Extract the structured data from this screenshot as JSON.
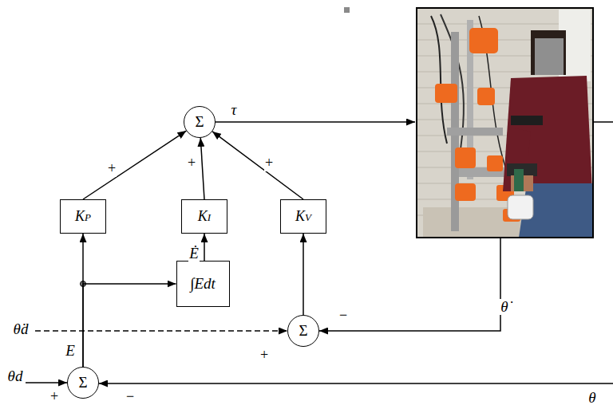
{
  "diagram": {
    "nodes": [
      {
        "text": [
          "Σ"
        ]
      },
      {
        "text": [
          "KP"
        ]
      },
      {
        "text": [
          "KI"
        ]
      },
      {
        "text": [
          "KV"
        ]
      },
      {
        "text": [
          "∫Edt"
        ]
      },
      {
        "text": [
          "Σ"
        ]
      },
      {
        "text": [
          "Σ"
        ]
      }
    ],
    "edges": [
      {
        "from": 1,
        "to": 0,
        "arrow": "to"
      },
      {
        "from": 2,
        "to": 0,
        "arrow": "to"
      },
      {
        "from": 3,
        "to": 0,
        "arrow": "to"
      },
      {
        "from": 4,
        "to": 2,
        "arrow": "to",
        "label": "Ė"
      },
      {
        "from": 6,
        "to": 1,
        "arrow": "to",
        "label": "E"
      },
      {
        "from": 6,
        "to": 4,
        "arrow": "to"
      },
      {
        "from": 5,
        "to": 3,
        "arrow": "to"
      }
    ],
    "labels": [
      "+",
      "+",
      "+",
      "τ",
      "θ̇",
      "−",
      "θ̇d",
      "+",
      "θd",
      "+",
      "−",
      "θ"
    ]
  }
}
